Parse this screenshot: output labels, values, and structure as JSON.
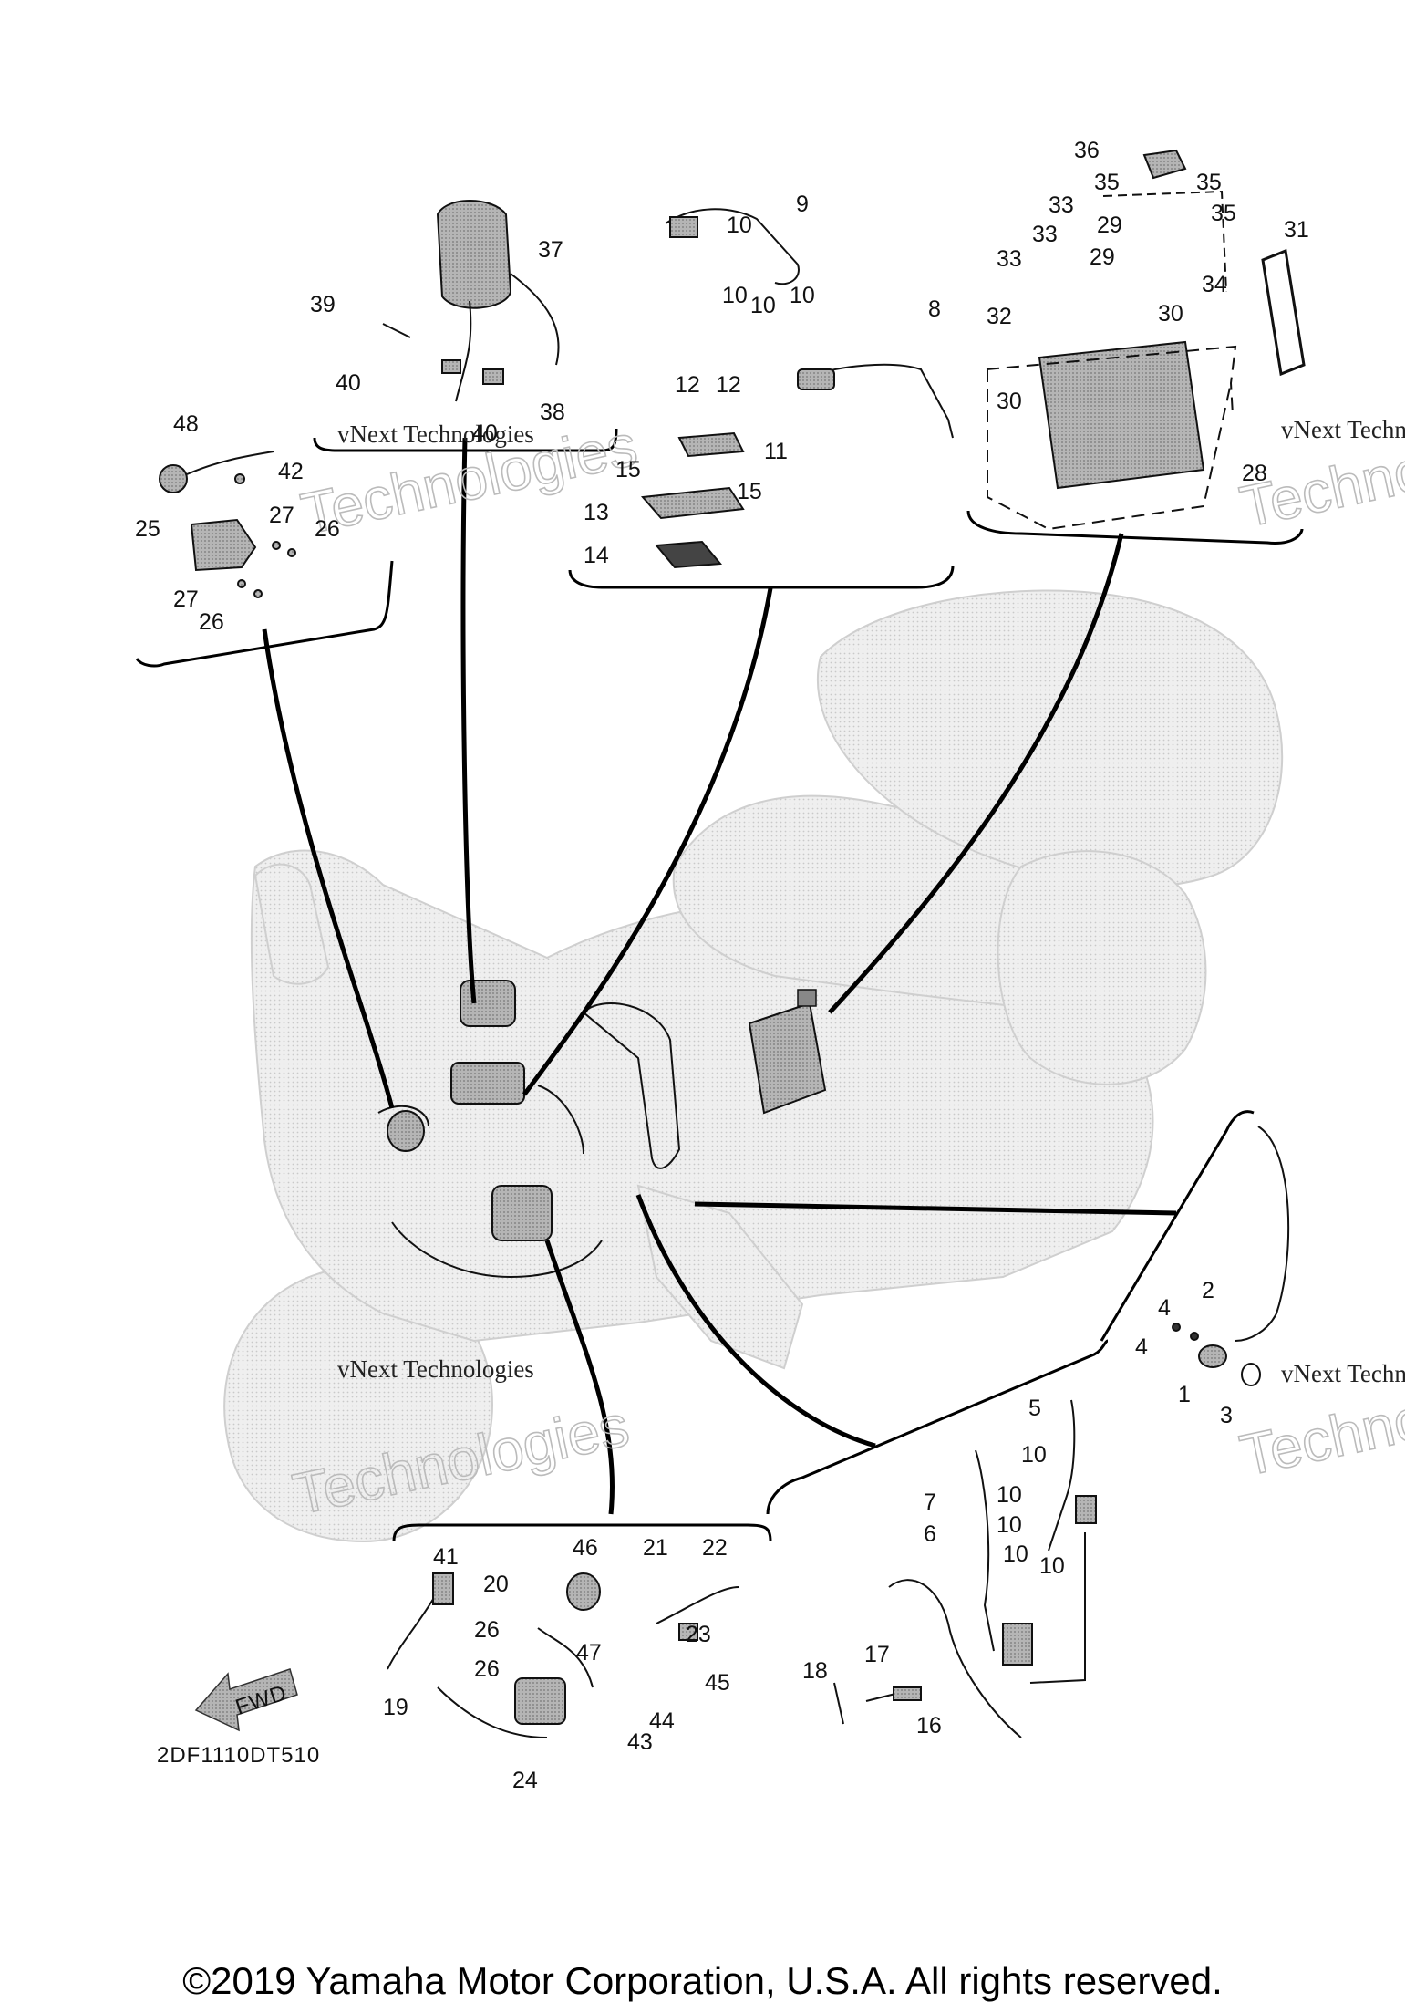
{
  "diagram": {
    "drawing_code": "2DF1110DT510",
    "direction_label": "FWD",
    "callouts": [
      "1",
      "2",
      "3",
      "4",
      "4",
      "5",
      "6",
      "7",
      "8",
      "9",
      "10",
      "10",
      "10",
      "10",
      "10",
      "10",
      "10",
      "10",
      "10",
      "11",
      "12",
      "12",
      "13",
      "14",
      "15",
      "15",
      "16",
      "17",
      "18",
      "19",
      "20",
      "21",
      "22",
      "23",
      "24",
      "25",
      "26",
      "26",
      "26",
      "26",
      "27",
      "27",
      "28",
      "29",
      "29",
      "30",
      "30",
      "31",
      "32",
      "33",
      "33",
      "33",
      "34",
      "35",
      "35",
      "35",
      "36",
      "37",
      "38",
      "39",
      "40",
      "40",
      "41",
      "42",
      "43",
      "44",
      "45",
      "46",
      "47",
      "48"
    ],
    "watermark": {
      "line1": "vNext Technologies",
      "line2": "Technologies"
    }
  },
  "footer": {
    "copyright": "©2019 Yamaha Motor Corporation, U.S.A. All rights reserved."
  },
  "colors": {
    "line": "#111111",
    "part_fill": "#9a9a9a",
    "ghost_fill": "#e6e6e6"
  }
}
